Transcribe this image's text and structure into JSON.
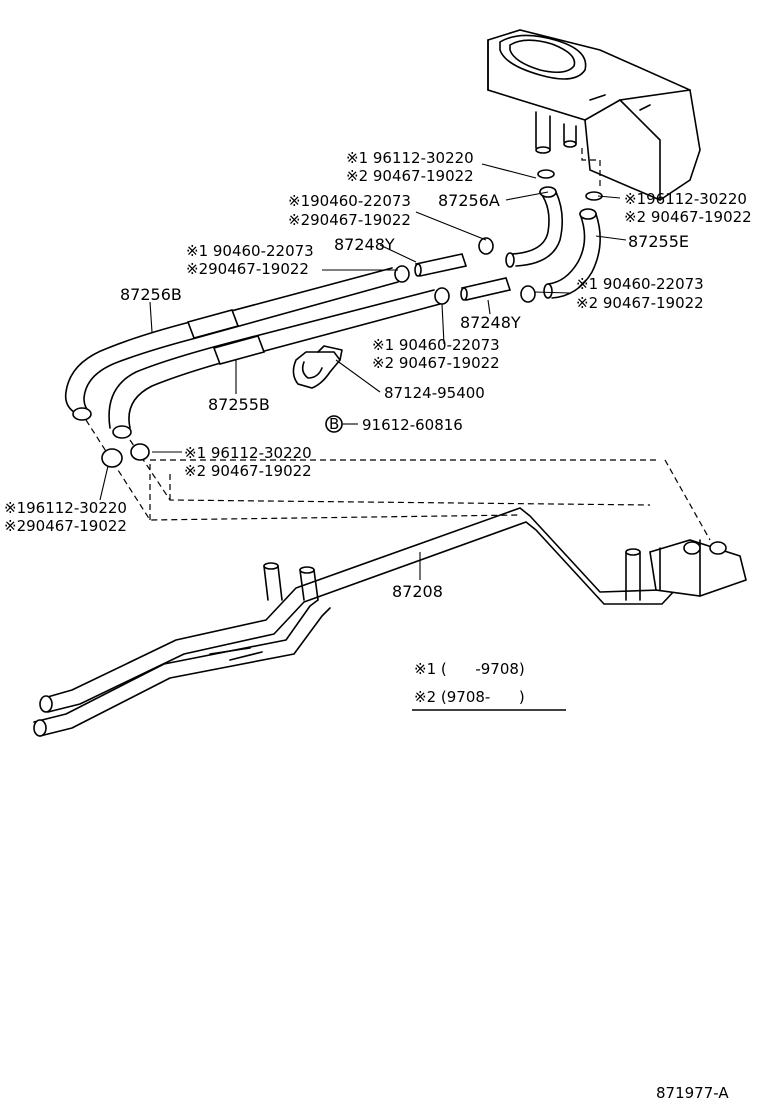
{
  "labels": {
    "callout_clamp_top_1": "※1 96112-30220",
    "callout_clamp_top_2": "※2 90467-19022",
    "callout_87256A": "87256A",
    "callout_clamp_a_1": "※190460-22073",
    "callout_clamp_a_2": "※290467-19022",
    "callout_87248Y_top": "87248Y",
    "callout_clamp_b_1": "※1 90460-22073",
    "callout_clamp_b_2": "※290467-19022",
    "callout_87256B": "87256B",
    "callout_clamp_right_1": "※196112-30220",
    "callout_clamp_right_2": "※2 90467-19022",
    "callout_87255E": "87255E",
    "callout_clamp_c_1": "※1  90460-22073",
    "callout_clamp_c_2": "※2  90467-19022",
    "callout_87248Y_mid": "87248Y",
    "callout_clamp_d_1": "※1 90460-22073",
    "callout_clamp_d_2": "※2 90467-19022",
    "callout_87124": "87124-95400",
    "callout_bolt_marker": "B",
    "callout_91612": "91612-60816",
    "callout_87255B": "87255B",
    "callout_clamp_e_1": "※1 96112-30220",
    "callout_clamp_e_2": "※2 90467-19022",
    "callout_clamp_f_1": "※196112-30220",
    "callout_clamp_f_2": "※290467-19022",
    "callout_87208": "87208"
  },
  "legend": {
    "note_1": "※1 (      -9708)",
    "note_2": "※2 (9708-      )"
  },
  "diagram_id": "871977-A"
}
